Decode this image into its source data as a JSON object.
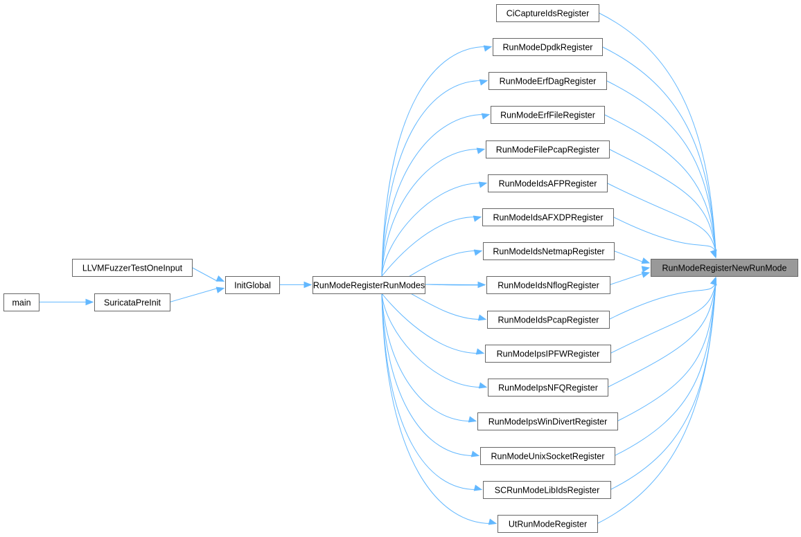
{
  "diagram": {
    "nodes": [
      {
        "id": "main",
        "label": "main"
      },
      {
        "id": "suricata_pre_init",
        "label": "SuricataPreInit"
      },
      {
        "id": "llvm_fuzzer",
        "label": "LLVMFuzzerTestOneInput"
      },
      {
        "id": "init_global",
        "label": "InitGlobal"
      },
      {
        "id": "register_runmodes",
        "label": "RunModeRegisterRunModes"
      },
      {
        "id": "ci_capture",
        "label": "CiCaptureIdsRegister"
      },
      {
        "id": "dpdk",
        "label": "RunModeDpdkRegister"
      },
      {
        "id": "erf_dag",
        "label": "RunModeErfDagRegister"
      },
      {
        "id": "erf_file",
        "label": "RunModeErfFileRegister"
      },
      {
        "id": "file_pcap",
        "label": "RunModeFilePcapRegister"
      },
      {
        "id": "ids_afp",
        "label": "RunModeIdsAFPRegister"
      },
      {
        "id": "ids_afxdp",
        "label": "RunModeIdsAFXDPRegister"
      },
      {
        "id": "ids_netmap",
        "label": "RunModeIdsNetmapRegister"
      },
      {
        "id": "ids_nflog",
        "label": "RunModeIdsNflogRegister"
      },
      {
        "id": "ids_pcap",
        "label": "RunModeIdsPcapRegister"
      },
      {
        "id": "ips_ipfw",
        "label": "RunModeIpsIPFWRegister"
      },
      {
        "id": "ips_nfq",
        "label": "RunModeIpsNFQRegister"
      },
      {
        "id": "ips_windivert",
        "label": "RunModeIpsWinDivertRegister"
      },
      {
        "id": "unix_socket",
        "label": "RunModeUnixSocketRegister"
      },
      {
        "id": "sc_lib_ids",
        "label": "SCRunModeLibIdsRegister"
      },
      {
        "id": "ut_runmode",
        "label": "UtRunModeRegister"
      },
      {
        "id": "register_new_runmode",
        "label": "RunModeRegisterNewRunMode"
      }
    ],
    "edges": [
      [
        "main",
        "suricata_pre_init"
      ],
      [
        "suricata_pre_init",
        "init_global"
      ],
      [
        "llvm_fuzzer",
        "init_global"
      ],
      [
        "init_global",
        "register_runmodes"
      ],
      [
        "register_runmodes",
        "dpdk"
      ],
      [
        "register_runmodes",
        "erf_dag"
      ],
      [
        "register_runmodes",
        "erf_file"
      ],
      [
        "register_runmodes",
        "file_pcap"
      ],
      [
        "register_runmodes",
        "ids_afp"
      ],
      [
        "register_runmodes",
        "ids_afxdp"
      ],
      [
        "register_runmodes",
        "ids_netmap"
      ],
      [
        "register_runmodes",
        "ids_nflog"
      ],
      [
        "register_runmodes",
        "ids_pcap"
      ],
      [
        "register_runmodes",
        "ips_ipfw"
      ],
      [
        "register_runmodes",
        "ips_nfq"
      ],
      [
        "register_runmodes",
        "ips_windivert"
      ],
      [
        "register_runmodes",
        "unix_socket"
      ],
      [
        "register_runmodes",
        "sc_lib_ids"
      ],
      [
        "register_runmodes",
        "ut_runmode"
      ],
      [
        "ci_capture",
        "register_new_runmode"
      ],
      [
        "dpdk",
        "register_new_runmode"
      ],
      [
        "erf_dag",
        "register_new_runmode"
      ],
      [
        "erf_file",
        "register_new_runmode"
      ],
      [
        "file_pcap",
        "register_new_runmode"
      ],
      [
        "ids_afp",
        "register_new_runmode"
      ],
      [
        "ids_afxdp",
        "register_new_runmode"
      ],
      [
        "ids_netmap",
        "register_new_runmode"
      ],
      [
        "ids_nflog",
        "register_new_runmode"
      ],
      [
        "ids_pcap",
        "register_new_runmode"
      ],
      [
        "ips_ipfw",
        "register_new_runmode"
      ],
      [
        "ips_nfq",
        "register_new_runmode"
      ],
      [
        "ips_windivert",
        "register_new_runmode"
      ],
      [
        "unix_socket",
        "register_new_runmode"
      ],
      [
        "sc_lib_ids",
        "register_new_runmode"
      ],
      [
        "ut_runmode",
        "register_new_runmode"
      ],
      [
        "register_runmodes",
        "register_new_runmode"
      ]
    ],
    "focus_node": "register_new_runmode",
    "colors": {
      "edge": "#63b8ff",
      "node_border": "#666666",
      "node_fill": "#ffffff",
      "focus_fill": "#999999"
    }
  }
}
